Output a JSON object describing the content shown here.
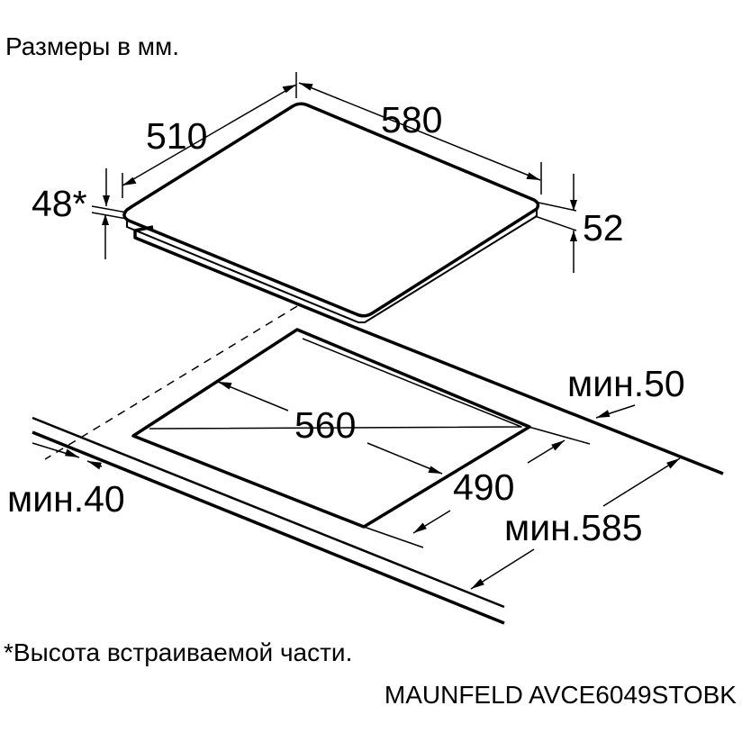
{
  "header": {
    "title": "Размеры в мм."
  },
  "cooktop": {
    "depth": "510",
    "width": "580",
    "built_in_height": "48*",
    "total_height": "52"
  },
  "cutout": {
    "width": "560",
    "depth": "490",
    "min_to_rear_wall": "мин.50",
    "min_to_front_edge": "мин.40",
    "min_worktop_depth": "мин.585"
  },
  "footer": {
    "footnote": "*Высота встраиваемой части.",
    "model": "MAUNFELD AVCE6049STOBK"
  },
  "colors": {
    "line": "#000000",
    "background": "#ffffff"
  }
}
